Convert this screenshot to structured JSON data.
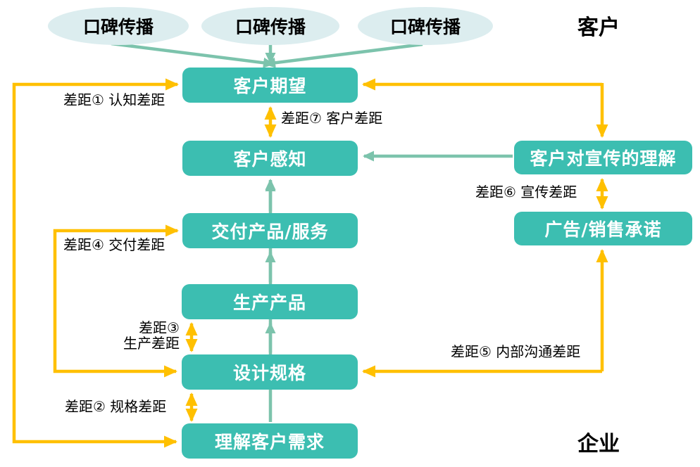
{
  "regions": {
    "customer": "客户",
    "enterprise": "企业"
  },
  "ellipses": [
    {
      "label": "口碑传播"
    },
    {
      "label": "口碑传播"
    },
    {
      "label": "口碑传播"
    }
  ],
  "boxes": {
    "customer_expectation": "客户期望",
    "customer_perception": "客户感知",
    "deliver_product_service": "交付产品/服务",
    "produce_product": "生产产品",
    "design_spec": "设计规格",
    "understand_customer_needs": "理解客户需求",
    "customer_promo_understanding": "客户对宣传的理解",
    "ad_sales_promise": "广告/销售承诺"
  },
  "gaps": {
    "gap1": "差距① 认知差距",
    "gap2": "差距② 规格差距",
    "gap3_line1": "差距③",
    "gap3_line2": "生产差距",
    "gap4": "差距④ 交付差距",
    "gap5": "差距⑤ 内部沟通差距",
    "gap6": "差距⑥ 宣传差距",
    "gap7": "差距⑦ 客户差距"
  },
  "colors": {
    "box_fill": "#3CBEB1",
    "box_text": "#FFFFFF",
    "ellipse_fill": "#DCEDEF",
    "arrow_teal": "#7CC3AC",
    "arrow_yellow": "#FFC000",
    "label_text": "#000000"
  }
}
